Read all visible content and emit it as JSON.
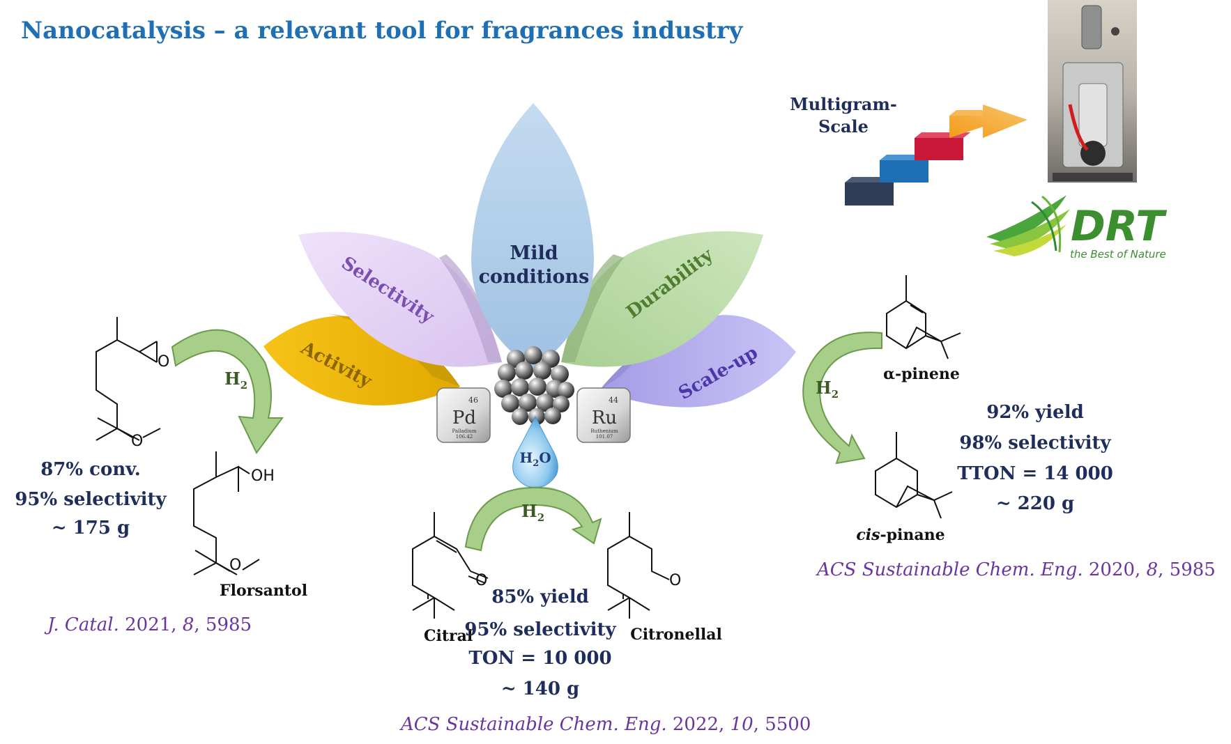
{
  "title": "Nanocatalysis – a relevant tool for fragrances industry",
  "colors": {
    "title": "#1e6fb4",
    "navy": "#1f2d5a",
    "reference": "#6a35a1",
    "arrow_fill": "#a8cf8a",
    "arrow_stroke": "#6b9b4a",
    "drt_green": "#3b8f2f"
  },
  "petals": {
    "selectivity": "Selectivity",
    "mild": [
      "Mild",
      "conditions"
    ],
    "durability": "Durability",
    "activity": "Activity",
    "scaleup": "Scale-up"
  },
  "elements": {
    "pd": {
      "number": "46",
      "symbol": "Pd",
      "name": "Palladium",
      "mass": "106.42"
    },
    "ru": {
      "number": "44",
      "symbol": "Ru",
      "name": "Ruthenium",
      "mass": "101.07"
    }
  },
  "water": {
    "label_main": "H",
    "label_sub": "2",
    "label_end": "O"
  },
  "h2": {
    "main": "H",
    "sub": "2"
  },
  "left_reaction": {
    "stats": [
      "87% conv.",
      "95% selectivity",
      "~ 175 g"
    ],
    "product_name": "Florsantol",
    "atom_o1": "O",
    "atom_o2": "O",
    "atom_oh": "OH",
    "atom_o3": "O",
    "ref_journal": "J. Catal.",
    "ref_year": " 2021, ",
    "ref_vol": "8",
    "ref_page": ", 5985"
  },
  "center_reaction": {
    "reactant_name": "Citral",
    "product_name": "Citronellal",
    "stats": [
      "85% yield",
      "95% selectivity",
      "TON = 10 000",
      "~ 140 g"
    ],
    "atom_o1": "O",
    "atom_o2": "O",
    "ref_journal": "ACS Sustainable Chem. Eng.",
    "ref_year": " 2022, ",
    "ref_vol": "10",
    "ref_page": ", 5500"
  },
  "right_reaction": {
    "reactant_name": "α-pinene",
    "product_name_italic": "cis",
    "product_name_rest": "-pinane",
    "stats": [
      "92% yield",
      "98% selectivity",
      "TTON = 14 000",
      "~ 220 g"
    ],
    "ref_journal": "ACS Sustainable Chem. Eng.",
    "ref_year": " 2020, ",
    "ref_vol": "8",
    "ref_page": ", 5985"
  },
  "scale": {
    "line1": "Multigram-",
    "line2": "Scale"
  },
  "logo": {
    "name": "DRT",
    "tagline": "the Best of Nature"
  }
}
